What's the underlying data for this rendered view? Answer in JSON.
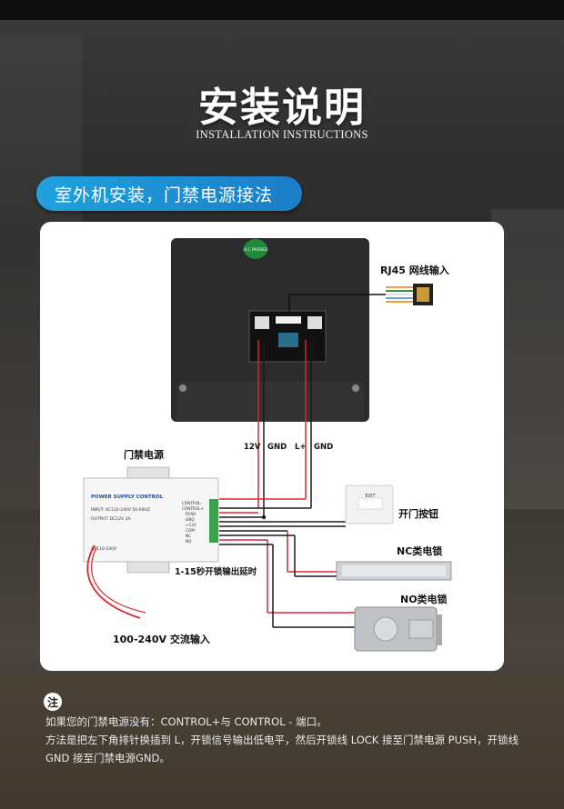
{
  "page": {
    "title": "安装说明",
    "subtitle": "INSTALLATION INSTRUCTIONS",
    "section_title": "室外机安装，门禁电源接法"
  },
  "diagram": {
    "labels": {
      "rj45": "RJ45 网线输入",
      "power_supply": "门禁电源",
      "exit_button": "开门按钮",
      "nc_lock": "NC类电锁",
      "no_lock": "NO类电锁",
      "delay": "1-15秒开锁输出延时",
      "ac_input": "100-240V 交流输入",
      "wire_12v": "12V",
      "wire_gnd1": "GND",
      "wire_lplus": "L+",
      "wire_gnd2": "GND"
    },
    "psu": {
      "title": "POWER SUPPLY CONTROL",
      "input_line": "INPUT: AC110-240V 50-60HZ",
      "output_line": "OUTPUT: DC12V 3A",
      "terminals": [
        "CONTROL-",
        "CONTROL+",
        "PUSH",
        "GND",
        "+12V",
        "COM",
        "NC",
        "NO"
      ],
      "ac_label": "AC110-240V"
    },
    "unit": {
      "badge": "Q.C PASSED"
    },
    "exit_button_face": "EXIT"
  },
  "note": {
    "badge": "注",
    "lines": [
      "如果您的门禁电源没有：CONTROL+与 CONTROL - 端口。",
      "方法是把左下角排针换插到 L，开锁信号输出低电平，然后开锁线 LOCK 接至门禁电源 PUSH，开锁线",
      "GND 接至门禁电源GND。"
    ]
  },
  "colors": {
    "accent_blue": "#1fa2de",
    "wire_red": "#d9282f",
    "wire_black": "#1a1a1a"
  }
}
